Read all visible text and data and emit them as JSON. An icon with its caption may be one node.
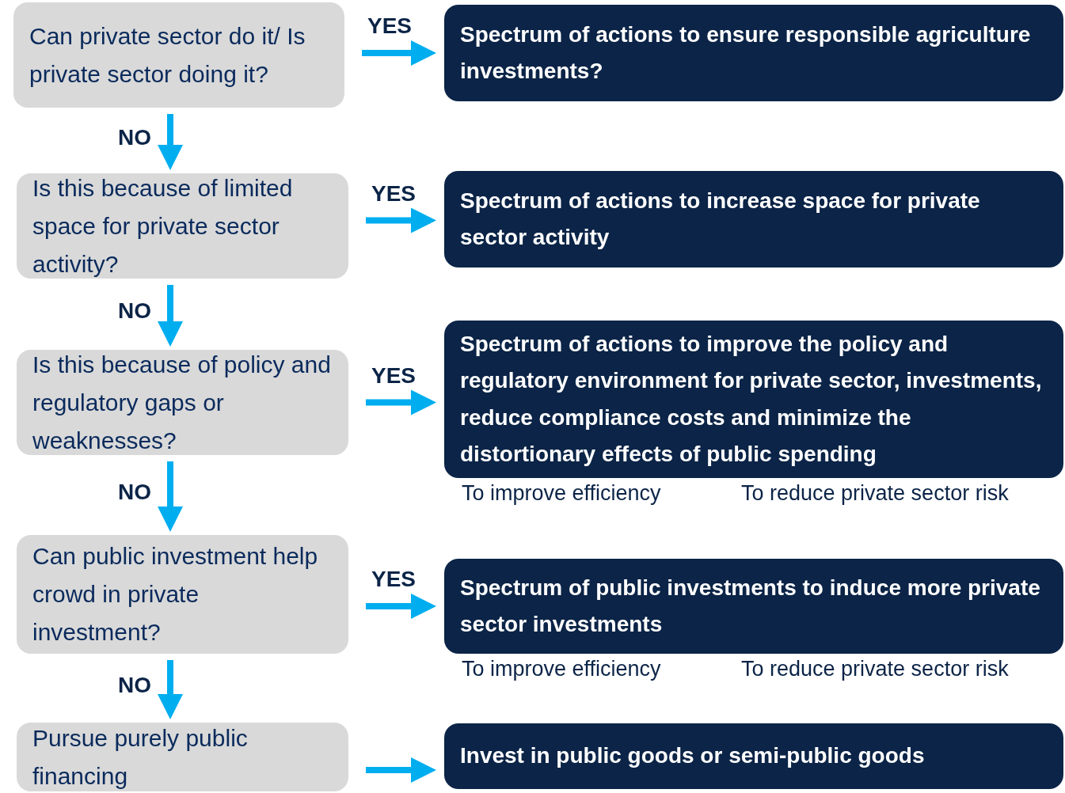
{
  "diagram": {
    "nodes": [
      {
        "text": [
          "Can private sector do it/ Is private sector doing it?"
        ]
      },
      {
        "text": [
          "Spectrum of actions to ensure responsible agriculture investments?"
        ]
      },
      {
        "text": [
          "Is this because of limited space for private sector activity?"
        ]
      },
      {
        "text": [
          "Spectrum of actions to increase space for private sector activity"
        ]
      },
      {
        "text": [
          "Is this because of policy and regulatory gaps or weaknesses?"
        ]
      },
      {
        "text": [
          "Spectrum of actions to improve the policy and regulatory environment for private sector, investments, reduce compliance costs and minimize the distortionary effects of public spending"
        ],
        "beside": [
          "To improve efficiency",
          "To reduce private sector risk"
        ]
      },
      {
        "text": [
          "Can public investment help crowd in private investment?"
        ]
      },
      {
        "text": [
          "Spectrum of public investments to induce more private sector investments"
        ],
        "beside": [
          "To improve efficiency",
          "To reduce private sector risk"
        ]
      },
      {
        "text": [
          "Pursue purely public financing"
        ]
      },
      {
        "text": [
          "Invest in public goods or semi-public goods"
        ]
      }
    ],
    "edges": [
      {
        "from": 0,
        "to": 1,
        "arrow": "to",
        "label": "YES"
      },
      {
        "from": 0,
        "to": 2,
        "arrow": "to",
        "label": "NO"
      },
      {
        "from": 2,
        "to": 3,
        "arrow": "to",
        "label": "YES"
      },
      {
        "from": 2,
        "to": 4,
        "arrow": "to",
        "label": "NO"
      },
      {
        "from": 4,
        "to": 5,
        "arrow": "to",
        "label": "YES"
      },
      {
        "from": 4,
        "to": 6,
        "arrow": "to",
        "label": "NO"
      },
      {
        "from": 6,
        "to": 7,
        "arrow": "to",
        "label": "YES"
      },
      {
        "from": 6,
        "to": 8,
        "arrow": "to",
        "label": "NO"
      },
      {
        "from": 8,
        "to": 9,
        "arrow": "to"
      }
    ]
  }
}
